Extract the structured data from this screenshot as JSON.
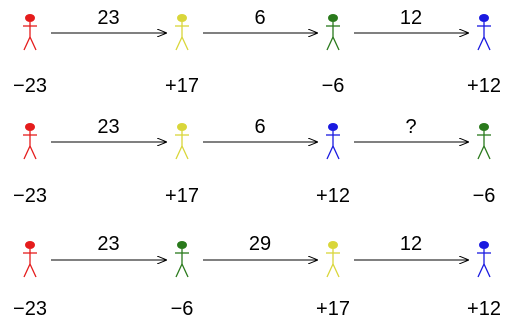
{
  "colors": {
    "red": "#e51c1c",
    "yellow": "#d9d63a",
    "green": "#2a7a1c",
    "blue": "#1a1ae0",
    "highlight": "#e8473f",
    "arrow": "#000000"
  },
  "rows": [
    {
      "people": [
        {
          "color": "red",
          "value": "−23"
        },
        {
          "color": "yellow",
          "value": "+17"
        },
        {
          "color": "green",
          "value": "−6"
        },
        {
          "color": "blue",
          "value": "+12"
        }
      ],
      "arrows": [
        {
          "label": "23",
          "highlight": false
        },
        {
          "label": "6",
          "highlight": false
        },
        {
          "label": "12",
          "highlight": false
        }
      ]
    },
    {
      "people": [
        {
          "color": "red",
          "value": "−23"
        },
        {
          "color": "yellow",
          "value": "+17"
        },
        {
          "color": "blue",
          "value": "+12"
        },
        {
          "color": "green",
          "value": "−6"
        }
      ],
      "arrows": [
        {
          "label": "23",
          "highlight": false
        },
        {
          "label": "6",
          "highlight": false
        },
        {
          "label": "?",
          "highlight": true
        }
      ]
    },
    {
      "people": [
        {
          "color": "red",
          "value": "−23"
        },
        {
          "color": "green",
          "value": "−6"
        },
        {
          "color": "yellow",
          "value": "+17"
        },
        {
          "color": "blue",
          "value": "+12"
        }
      ],
      "arrows": [
        {
          "label": "23",
          "highlight": false
        },
        {
          "label": "29",
          "highlight": true
        },
        {
          "label": "12",
          "highlight": false
        }
      ]
    }
  ]
}
